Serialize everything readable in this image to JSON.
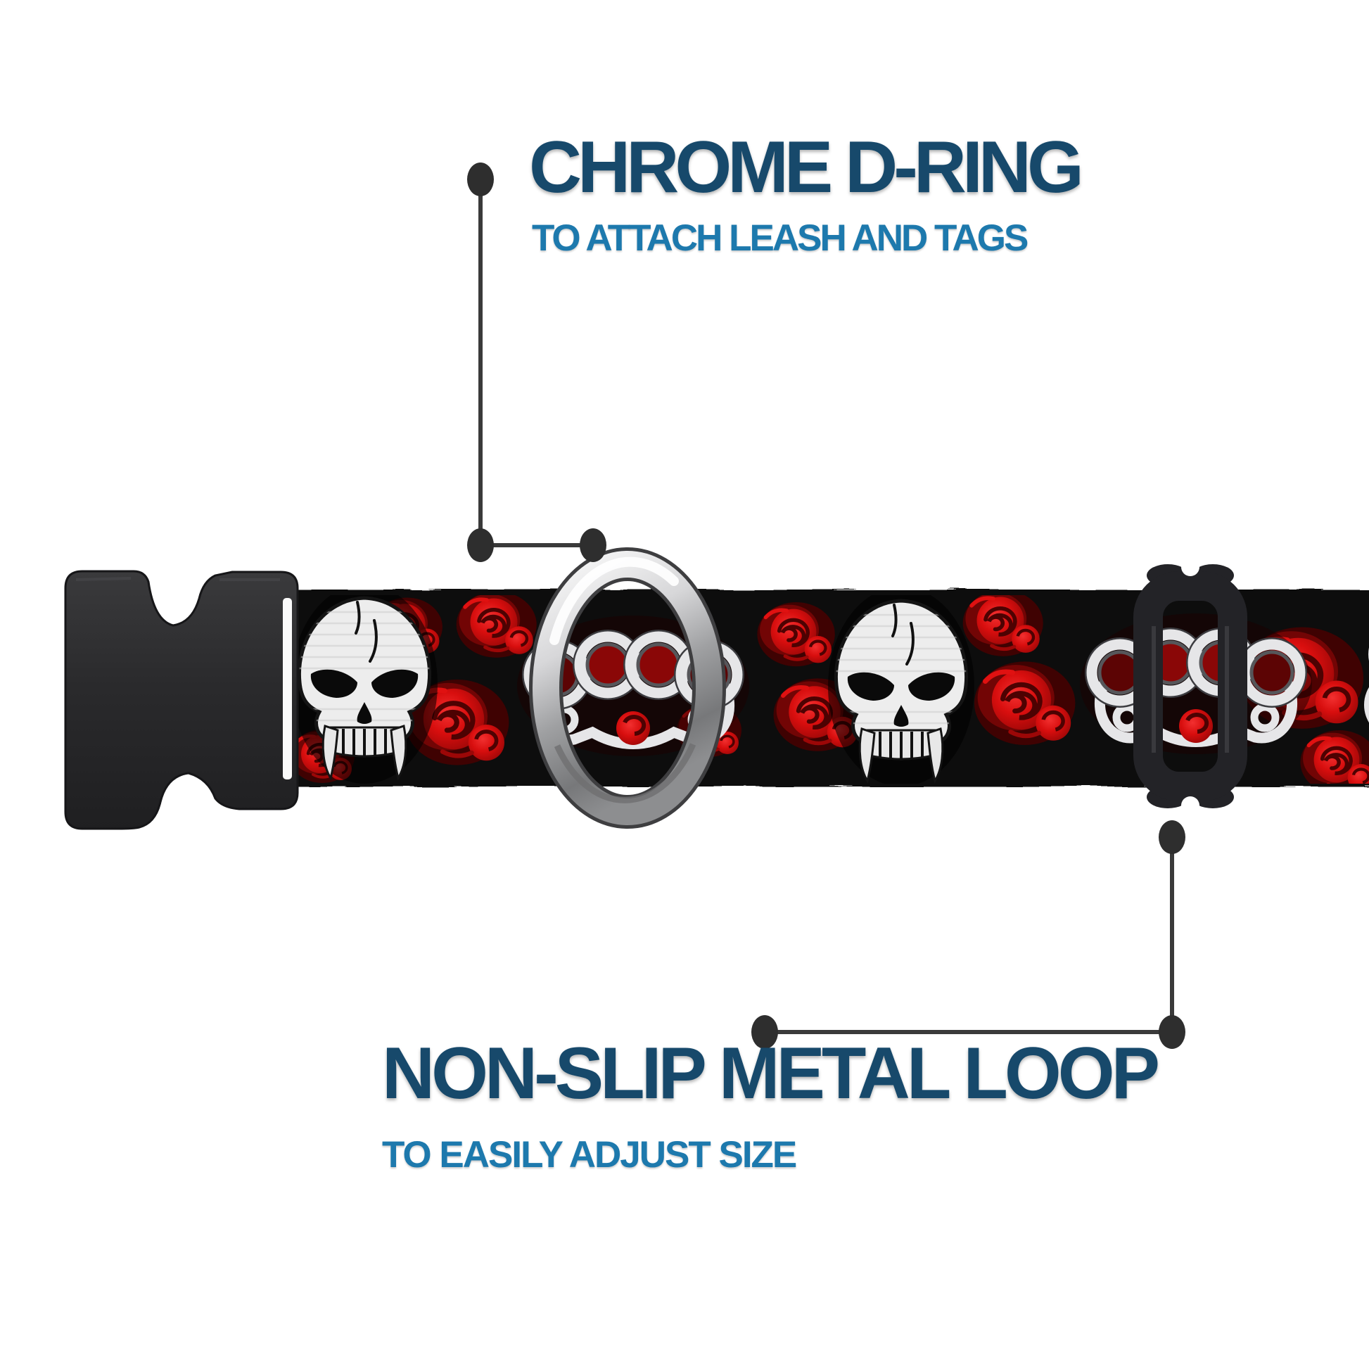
{
  "page": {
    "background_color": "#ffffff"
  },
  "callouts": {
    "top": {
      "title": "CHROME D-RING",
      "subtitle": "TO ATTACH LEASH AND TAGS"
    },
    "bottom": {
      "title": "NON-SLIP METAL LOOP",
      "subtitle": "TO EASILY ADJUST SIZE"
    }
  },
  "colors": {
    "title_blue": "#17496b",
    "subtitle_blue": "#1d79ad",
    "callout_line": "#3a3a3a",
    "callout_dot": "#2e2e2e",
    "band_black": "#0a0a0a",
    "rose_red": "#d41010",
    "chrome_silver": "#d7d7d9",
    "plastic_black": "#2a2a2c"
  },
  "collar": {
    "hardware": [
      "side-release-buckle",
      "chrome-d-ring",
      "non-slip-metal-loop"
    ],
    "pattern_motifs": [
      "skull",
      "red-roses",
      "brass-knuckles"
    ]
  }
}
